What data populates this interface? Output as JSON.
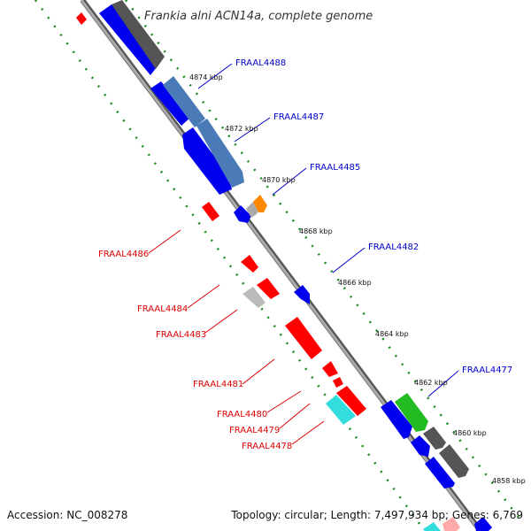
{
  "title": "Frankia alni ACN14a, complete genome",
  "footer": {
    "accession": "Accession: NC_008278",
    "summary": "Topology: circular; Length: 7,497,934 bp; Genes: 6,769"
  },
  "ticks": [
    "4874 kbp",
    "4872 kbp",
    "4870 kbp",
    "4868 kbp",
    "4866 kbp",
    "4864 kbp",
    "4862 kbp",
    "4860 kbp",
    "4858 kbp"
  ],
  "forward_genes": [
    "FRAAL4488",
    "FRAAL4487",
    "FRAAL4485",
    "FRAAL4482",
    "FRAAL4477"
  ],
  "reverse_genes": [
    "FRAAL4486",
    "FRAAL4484",
    "FRAAL4483",
    "FRAAL4481",
    "FRAAL4480",
    "FRAAL4479",
    "FRAAL4478"
  ],
  "colors": {
    "forward_label": "#0000cc",
    "reverse_label": "#dd0000",
    "backbone": "#888888",
    "dotted_guide": "#1a8a1a"
  }
}
